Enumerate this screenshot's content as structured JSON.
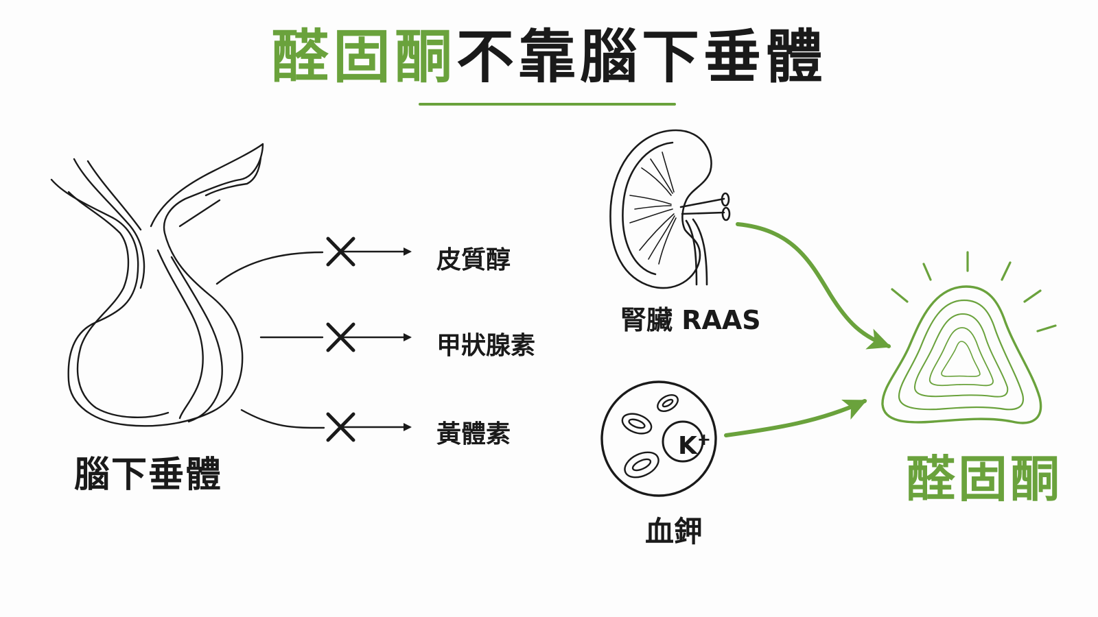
{
  "title": {
    "highlight": "醛固酮",
    "rest": "不靠腦下垂體"
  },
  "pituitary": {
    "label": "腦下垂體"
  },
  "hormones": [
    {
      "label": "皮質醇"
    },
    {
      "label": "甲狀腺素"
    },
    {
      "label": "黃體素"
    }
  ],
  "kidney": {
    "label": "腎臟 RAAS"
  },
  "potassium": {
    "label": "血鉀",
    "ion": "K",
    "charge": "+"
  },
  "adrenal": {
    "label": "醛固酮"
  },
  "colors": {
    "accent": "#6aa23c",
    "ink": "#1a1a1a"
  },
  "icons": [
    "pituitary-illustration",
    "kidney-icon",
    "blood-cells-icon",
    "adrenal-gland-icon",
    "blocked-x-icon",
    "arrow-right-icon"
  ]
}
